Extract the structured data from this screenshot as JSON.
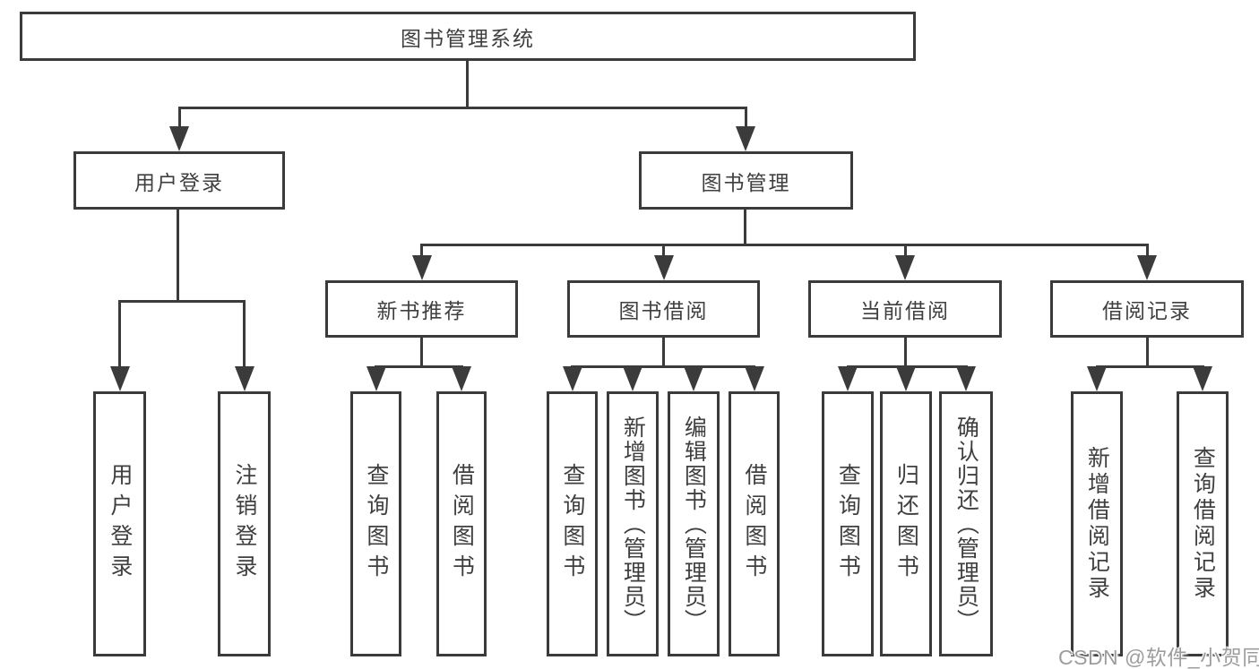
{
  "tree": {
    "root": {
      "label": "图书管理系统"
    },
    "children": [
      {
        "label": "用户登录",
        "children": [
          {
            "label": "用户登录"
          },
          {
            "label": "注销登录"
          }
        ]
      },
      {
        "label": "图书管理",
        "children": [
          {
            "label": "新书推荐",
            "children": [
              {
                "label": "查询图书"
              },
              {
                "label": "借阅图书"
              }
            ]
          },
          {
            "label": "图书借阅",
            "children": [
              {
                "label": "查询图书"
              },
              {
                "label": "新增图书（管理员）"
              },
              {
                "label": "编辑图书（管理员）"
              },
              {
                "label": "借阅图书"
              }
            ]
          },
          {
            "label": "当前借阅",
            "children": [
              {
                "label": "查询图书"
              },
              {
                "label": "归还图书"
              },
              {
                "label": "确认归还（管理员）"
              }
            ]
          },
          {
            "label": "借阅记录",
            "children": [
              {
                "label": "新增借阅记录"
              },
              {
                "label": "查询借阅记录"
              }
            ]
          }
        ]
      }
    ]
  },
  "watermark": "CSDN @软件_小贺同学",
  "colors": {
    "line": "#3b3b3b",
    "text": "#3f3f3f",
    "watermark": "#9d9d9d",
    "background": "#ffffff"
  }
}
